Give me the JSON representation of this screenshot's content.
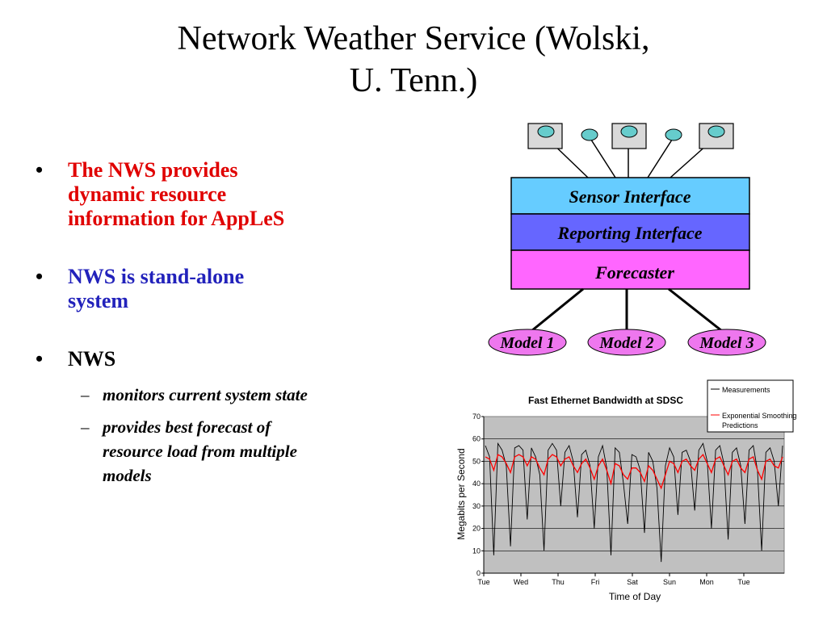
{
  "title": {
    "line1": "Network Weather Service (Wolski,",
    "line2": "U. Tenn.)"
  },
  "bullets": [
    {
      "lines": [
        "The NWS  provides",
        "dynamic resource",
        "information for AppLeS"
      ],
      "color": "#e00000"
    },
    {
      "lines": [
        "NWS is stand-alone",
        "system"
      ],
      "color": "#2222bb"
    },
    {
      "lines": [
        "NWS"
      ],
      "color": "#000000"
    }
  ],
  "sub_bullets": [
    {
      "lines": [
        "monitors current system state"
      ]
    },
    {
      "lines": [
        "provides best forecast of",
        "resource load from multiple",
        "models"
      ]
    }
  ],
  "diagram": {
    "sensor_interface": "Sensor Interface",
    "reporting_interface": "Reporting Interface",
    "forecaster": "Forecaster",
    "models": [
      "Model 1",
      "Model 2",
      "Model 3"
    ],
    "colors": {
      "sensor": "#66ccff",
      "reporting": "#6666ff",
      "forecaster": "#ff66ff",
      "model": "#ee77ee",
      "node": "#66cccc",
      "host": "#d9d9d9"
    }
  },
  "chart_data": {
    "type": "line",
    "title": "Fast Ethernet Bandwidth at SDSC",
    "xlabel": "Time of Day",
    "ylabel": "Megabits per Second",
    "ylim": [
      0,
      70
    ],
    "yticks": [
      0,
      10,
      20,
      30,
      40,
      50,
      60,
      70
    ],
    "xticks": [
      "Tue",
      "Wed",
      "Thu",
      "Fri",
      "Sat",
      "Sun",
      "Mon",
      "Tue"
    ],
    "grid": true,
    "legend_position": "top-right",
    "series": [
      {
        "name": "Measurements",
        "color": "#000000",
        "values": [
          57,
          52,
          8,
          58,
          55,
          48,
          12,
          56,
          57,
          55,
          24,
          56,
          52,
          44,
          10,
          55,
          58,
          55,
          30,
          54,
          57,
          50,
          25,
          53,
          55,
          48,
          20,
          52,
          57,
          47,
          8,
          56,
          54,
          40,
          22,
          53,
          52,
          46,
          18,
          54,
          50,
          38,
          5,
          48,
          56,
          52,
          26,
          54,
          55,
          50,
          28,
          55,
          58,
          50,
          20,
          55,
          57,
          49,
          15,
          54,
          56,
          48,
          22,
          55,
          57,
          46,
          10,
          54,
          56,
          50,
          30,
          57
        ]
      },
      {
        "name": "Exponential Smoothing Predictions",
        "color": "#ff0000",
        "values": [
          52,
          51,
          46,
          53,
          52,
          49,
          45,
          52,
          53,
          52,
          48,
          52,
          51,
          47,
          44,
          51,
          53,
          52,
          48,
          51,
          52,
          48,
          45,
          49,
          51,
          47,
          42,
          48,
          51,
          46,
          40,
          49,
          48,
          44,
          42,
          47,
          47,
          45,
          41,
          48,
          46,
          42,
          38,
          44,
          50,
          49,
          45,
          50,
          51,
          48,
          46,
          51,
          53,
          49,
          45,
          51,
          52,
          48,
          44,
          50,
          51,
          47,
          45,
          51,
          52,
          46,
          42,
          50,
          51,
          48,
          47,
          52
        ]
      }
    ]
  }
}
